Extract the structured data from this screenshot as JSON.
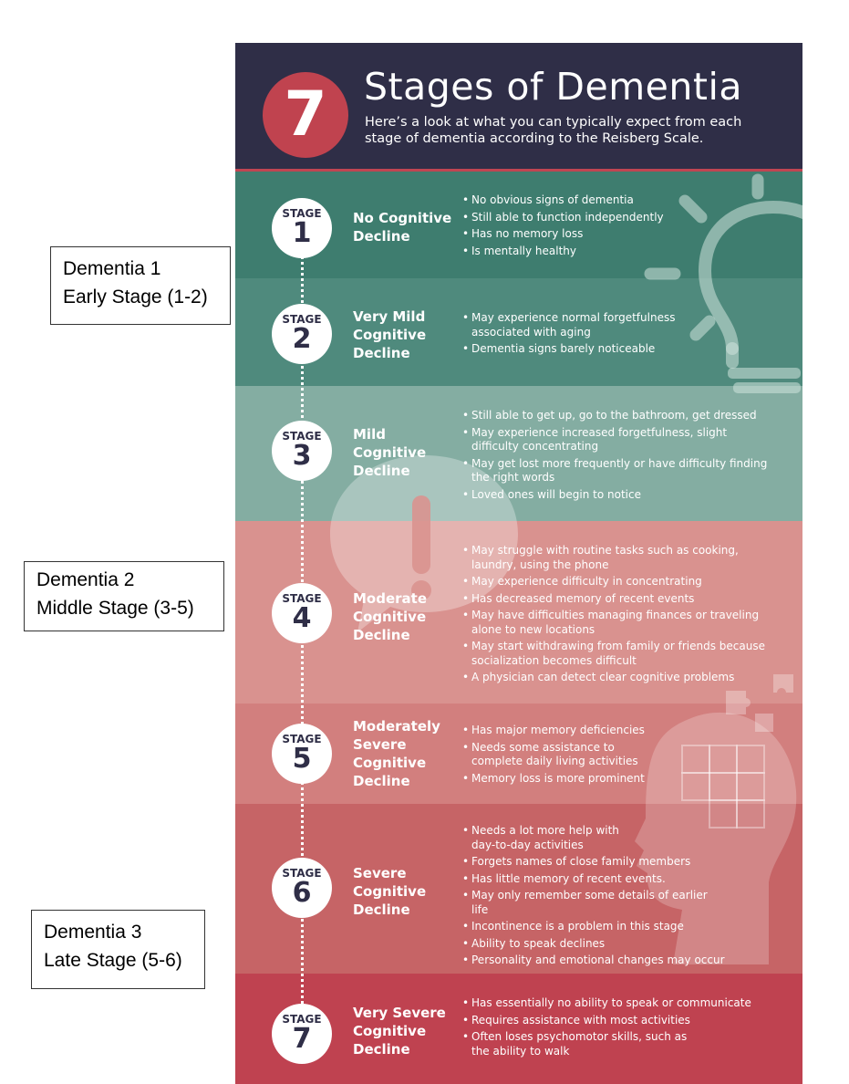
{
  "header": {
    "number": "7",
    "title": "Stages of Dementia",
    "subtitle": "Here’s a look at what you can typically expect from each stage of dementia according to the Reisberg Scale."
  },
  "stage_label": "STAGE",
  "stages": [
    {
      "number": "1",
      "name": "No Cognitive Decline",
      "color": "#3e7d6f",
      "bullets": [
        "No obvious signs of dementia",
        "Still able to function independently",
        "Has no memory loss",
        "Is mentally healthy"
      ]
    },
    {
      "number": "2",
      "name": "Very Mild Cognitive Decline",
      "color": "#4f8a7d",
      "bullets": [
        "May experience normal forgetfulness associated with aging",
        "Dementia signs barely noticeable"
      ]
    },
    {
      "number": "3",
      "name": "Mild Cognitive Decline",
      "color": "#84ada2",
      "bullets": [
        "Still able to get up, go to the bathroom, get dressed",
        "May experience increased forgetfulness, slight difficulty concentrating",
        "May get lost more frequently or have difficulty finding the right words",
        "Loved ones will begin to notice"
      ]
    },
    {
      "number": "4",
      "name": "Moderate Cognitive Decline",
      "color": "#d9928f",
      "bullets": [
        "May struggle with routine tasks such as cooking, laundry, using the phone",
        "May experience difficulty in concentrating",
        "Has decreased memory of recent events",
        "May have difficulties managing finances or traveling alone to new locations",
        "May start withdrawing from family or friends because socialization becomes difficult",
        "A physician can detect clear cognitive problems"
      ]
    },
    {
      "number": "5",
      "name": "Moderately Severe Cognitive Decline",
      "color": "#d27f7e",
      "bullets": [
        "Has major memory deficiencies",
        "Needs some assistance to complete daily living activities",
        "Memory loss is more prominent"
      ]
    },
    {
      "number": "6",
      "name": "Severe Cognitive Decline",
      "color": "#c66466",
      "bullets": [
        "Needs a lot more help with day-to-day activities",
        "Forgets names of close family members",
        "Has little memory of recent events.",
        "May only remember some details of earlier life",
        "Incontinence is a problem in this stage",
        "Ability to speak declines",
        "Personality and emotional changes may occur"
      ]
    },
    {
      "number": "7",
      "name": "Very Severe Cognitive Decline",
      "color": "#bf4250",
      "bullets": [
        "Has essentially no ability to speak or communicate",
        "Requires assistance with most activities",
        "Often loses psychomotor skills, such as the ability to walk"
      ]
    }
  ],
  "side_labels": [
    {
      "line1": "Dementia 1",
      "line2": "Early Stage (1-2)"
    },
    {
      "line1": "Dementia 2",
      "line2": "Middle Stage (3-5)"
    },
    {
      "line1": "Dementia 3",
      "line2": "Late Stage (5-6)"
    }
  ],
  "icons": [
    "lightbulb-icon",
    "speech-bubble-exclamation-icon",
    "head-puzzle-icon"
  ]
}
